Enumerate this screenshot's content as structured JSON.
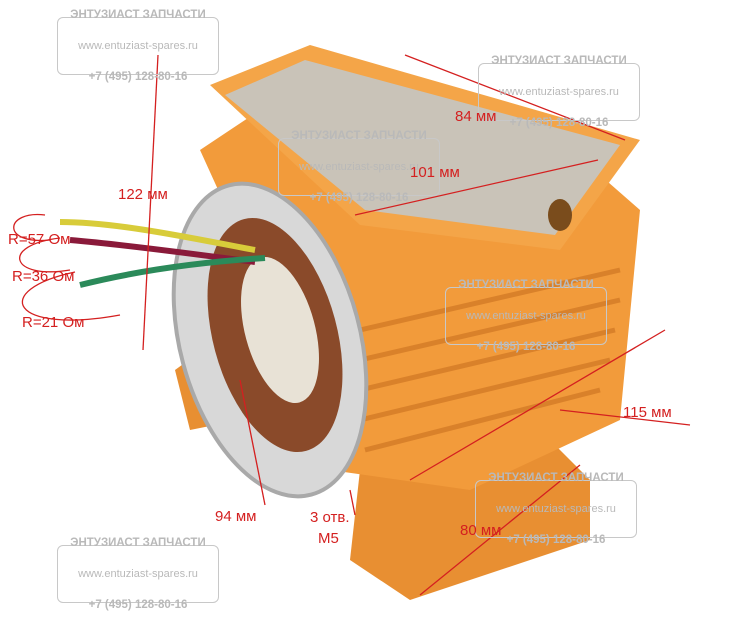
{
  "watermark": {
    "title": "ЭНТУЗИАСТ ЗАПЧАСТИ",
    "url": "www.entuziast-spares.ru",
    "phone": "+7 (495) 128-80-16"
  },
  "dimensions": {
    "height": "122 мм",
    "box_width": "84 мм",
    "box_length": "101 мм",
    "length": "115 мм",
    "bore": "94 мм",
    "holes_line1": "3 отв.",
    "holes_line2": "M5",
    "base": "80 мм"
  },
  "resistances": {
    "yellow_red": "R=57 Ом",
    "red_green": "R=36 Ом",
    "green": "R=21 Ом"
  },
  "colors": {
    "housing": "#f09a3a",
    "annotation": "#d42020"
  }
}
